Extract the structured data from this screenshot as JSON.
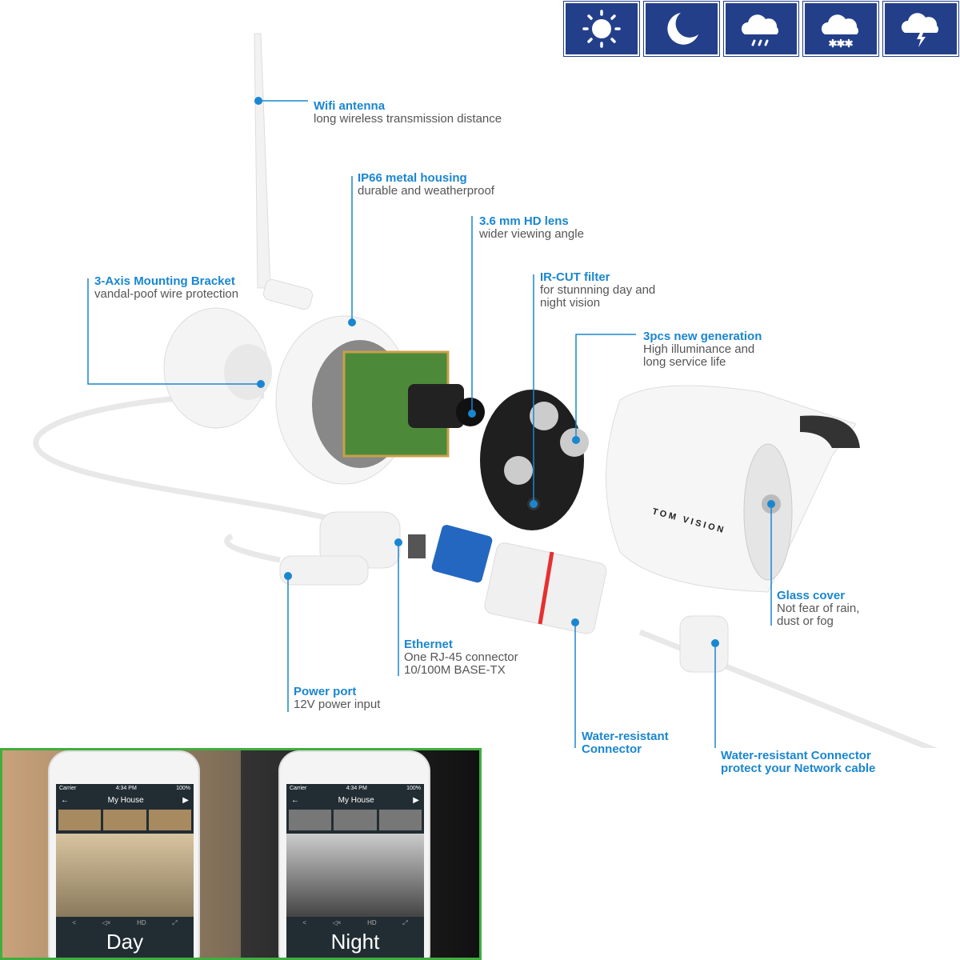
{
  "weather_icons": [
    "sun-icon",
    "moon-icon",
    "rain-cloud-icon",
    "snow-cloud-icon",
    "thunderstorm-cloud-icon"
  ],
  "colors": {
    "label_title": "#1a86d0",
    "label_desc": "#555555",
    "weather_bg": "#233f8a",
    "phone_border": "#3fae3f"
  },
  "labels": [
    {
      "title": "Wifi antenna",
      "desc": [
        "long wireless transmission distance"
      ]
    },
    {
      "title": "IP66 metal housing",
      "desc": [
        "durable and weatherproof"
      ]
    },
    {
      "title": "3.6 mm HD lens",
      "desc": [
        "wider viewing angle"
      ]
    },
    {
      "title": "3-Axis Mounting Bracket",
      "desc": [
        "vandal-poof wire protection"
      ]
    },
    {
      "title": "IR-CUT filter",
      "desc": [
        "for stunnning day and",
        "night vision"
      ]
    },
    {
      "title": "3pcs new generation",
      "desc": [
        "High illuminance and",
        "long service life"
      ]
    },
    {
      "title": "Glass cover",
      "desc": [
        "Not fear of rain,",
        "dust or fog"
      ]
    },
    {
      "title": "Ethernet",
      "desc": [
        "One RJ-45 connector",
        "10/100M BASE-TX"
      ]
    },
    {
      "title": "Power port",
      "desc": [
        "12V power input"
      ]
    },
    {
      "title": "Water-resistant",
      "desc": [
        "Connector"
      ]
    },
    {
      "title": "Water-resistant Connector",
      "desc": [
        "protect your Network cable"
      ]
    }
  ],
  "brand": "TOM VISION",
  "phones": [
    {
      "carrier": "Carrier",
      "time": "4:34 PM",
      "battery": "100%",
      "title": "My House",
      "quality": "HD",
      "caption": "Day"
    },
    {
      "carrier": "Carrier",
      "time": "4:34 PM",
      "battery": "100%",
      "title": "My House",
      "quality": "HD",
      "caption": "Night"
    }
  ]
}
